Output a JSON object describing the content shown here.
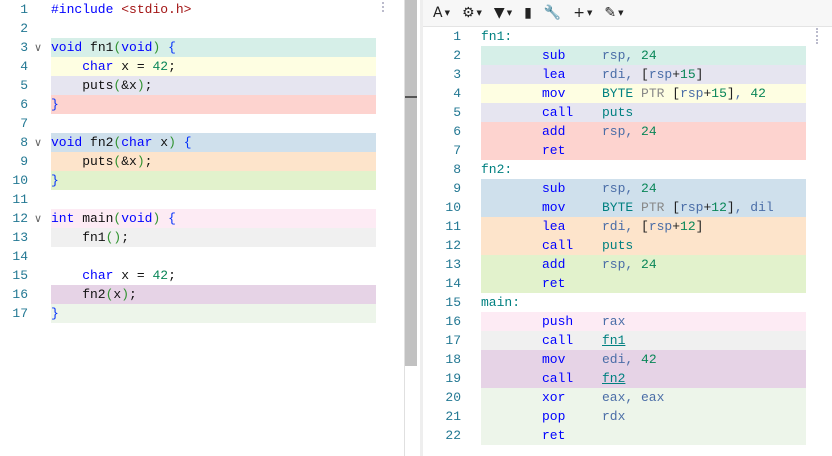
{
  "source": {
    "lines": [
      {
        "n": "1",
        "html": "<span class='pp'>#include</span> <span class='str'>&lt;stdio.h&gt;</span>",
        "bg": ""
      },
      {
        "n": "2",
        "html": "",
        "bg": ""
      },
      {
        "n": "3",
        "fold": true,
        "html": "<span class='kw'>void</span> fn1<span class='par'>(</span><span class='kw'>void</span><span class='par'>)</span> <span class='br'>{</span>",
        "bg": "#d6efe8"
      },
      {
        "n": "4",
        "html": "    <span class='kw'>char</span> x = <span class='num'>42</span>;",
        "bg": "#fefee2"
      },
      {
        "n": "5",
        "html": "    puts<span class='par'>(</span>&amp;x<span class='par'>)</span>;",
        "bg": "#e6e5f0"
      },
      {
        "n": "6",
        "html": "<span class='br'>}</span>",
        "bg": "#fdd3cf"
      },
      {
        "n": "7",
        "html": "",
        "bg": ""
      },
      {
        "n": "8",
        "fold": true,
        "html": "<span class='kw'>void</span> fn2<span class='par'>(</span><span class='kw'>char</span> x<span class='par'>)</span> <span class='br'>{</span>",
        "bg": "#cfe0ec"
      },
      {
        "n": "9",
        "html": "    puts<span class='par'>(</span>&amp;x<span class='par'>)</span>;",
        "bg": "#fde4cb"
      },
      {
        "n": "10",
        "html": "<span class='br'>}</span>",
        "bg": "#e2f2cc"
      },
      {
        "n": "11",
        "html": "",
        "bg": ""
      },
      {
        "n": "12",
        "fold": true,
        "html": "<span class='kw'>int</span> main<span class='par'>(</span><span class='kw'>void</span><span class='par'>)</span> <span class='br'>{</span>",
        "bg": "#fdebf4"
      },
      {
        "n": "13",
        "html": "    fn1<span class='par'>()</span>;",
        "bg": "#f0f0f0"
      },
      {
        "n": "14",
        "html": "",
        "bg": ""
      },
      {
        "n": "15",
        "html": "    <span class='kw'>char</span> x = <span class='num'>42</span>;",
        "bg": ""
      },
      {
        "n": "16",
        "html": "    fn2<span class='par'>(</span>x<span class='par'>)</span>;",
        "bg": "#e6d3e6"
      },
      {
        "n": "17",
        "html": "<span class='br'>}</span>",
        "bg": "#edf5ea"
      }
    ]
  },
  "toolbar": [
    {
      "name": "font-size-button",
      "icon": "A",
      "caret": true
    },
    {
      "name": "settings-button",
      "icon": "⚙",
      "caret": true
    },
    {
      "name": "filter-button",
      "icon": "▼",
      "caret": true
    },
    {
      "name": "libraries-button",
      "icon": "▮",
      "caret": false
    },
    {
      "name": "tools-button",
      "icon": "🔧",
      "caret": false
    },
    {
      "name": "add-button",
      "icon": "+",
      "caret": true
    },
    {
      "name": "brush-button",
      "icon": "✎",
      "caret": true
    }
  ],
  "asm": {
    "lines": [
      {
        "n": "1",
        "label": "fn1:",
        "bg": ""
      },
      {
        "n": "2",
        "mn": "sub",
        "op": "rsp, <span class='num'>24</span>",
        "bg": "#d6efe8"
      },
      {
        "n": "3",
        "mn": "lea",
        "op": "rdi, <span class='p'>[</span>rsp<span class='p'>+</span><span class='num'>15</span><span class='p'>]</span>",
        "bg": "#e6e5f0"
      },
      {
        "n": "4",
        "mn": "mov",
        "op": "<span class='k'>BYTE</span> <span class='g'>PTR</span> <span class='p'>[</span>rsp<span class='p'>+</span><span class='num'>15</span><span class='p'>]</span>, <span class='num'>42</span>",
        "bg": "#fefee2"
      },
      {
        "n": "5",
        "mn": "call",
        "op": "<span class='k'>puts</span>",
        "bg": "#e6e5f0"
      },
      {
        "n": "6",
        "mn": "add",
        "op": "rsp, <span class='num'>24</span>",
        "bg": "#fdd3cf"
      },
      {
        "n": "7",
        "mn": "ret",
        "op": "",
        "bg": "#fdd3cf"
      },
      {
        "n": "8",
        "label": "fn2:",
        "bg": ""
      },
      {
        "n": "9",
        "mn": "sub",
        "op": "rsp, <span class='num'>24</span>",
        "bg": "#cfe0ec"
      },
      {
        "n": "10",
        "mn": "mov",
        "op": "<span class='k'>BYTE</span> <span class='g'>PTR</span> <span class='p'>[</span>rsp<span class='p'>+</span><span class='num'>12</span><span class='p'>]</span>, dil",
        "bg": "#cfe0ec"
      },
      {
        "n": "11",
        "mn": "lea",
        "op": "rdi, <span class='p'>[</span>rsp<span class='p'>+</span><span class='num'>12</span><span class='p'>]</span>",
        "bg": "#fde4cb"
      },
      {
        "n": "12",
        "mn": "call",
        "op": "<span class='k'>puts</span>",
        "bg": "#fde4cb"
      },
      {
        "n": "13",
        "mn": "add",
        "op": "rsp, <span class='num'>24</span>",
        "bg": "#e2f2cc"
      },
      {
        "n": "14",
        "mn": "ret",
        "op": "",
        "bg": "#e2f2cc"
      },
      {
        "n": "15",
        "label": "main:",
        "bg": ""
      },
      {
        "n": "16",
        "mn": "push",
        "op": "rax",
        "bg": "#fdebf4"
      },
      {
        "n": "17",
        "mn": "call",
        "op": "<span class='link'>fn1</span>",
        "bg": "#f0f0f0"
      },
      {
        "n": "18",
        "mn": "mov",
        "op": "edi, <span class='num'>42</span>",
        "bg": "#e6d3e6"
      },
      {
        "n": "19",
        "mn": "call",
        "op": "<span class='link'>fn2</span>",
        "bg": "#e6d3e6"
      },
      {
        "n": "20",
        "mn": "xor",
        "op": "eax, eax",
        "bg": "#edf5ea"
      },
      {
        "n": "21",
        "mn": "pop",
        "op": "rdx",
        "bg": "#edf5ea"
      },
      {
        "n": "22",
        "mn": "ret",
        "op": "",
        "bg": "#edf5ea"
      }
    ]
  }
}
